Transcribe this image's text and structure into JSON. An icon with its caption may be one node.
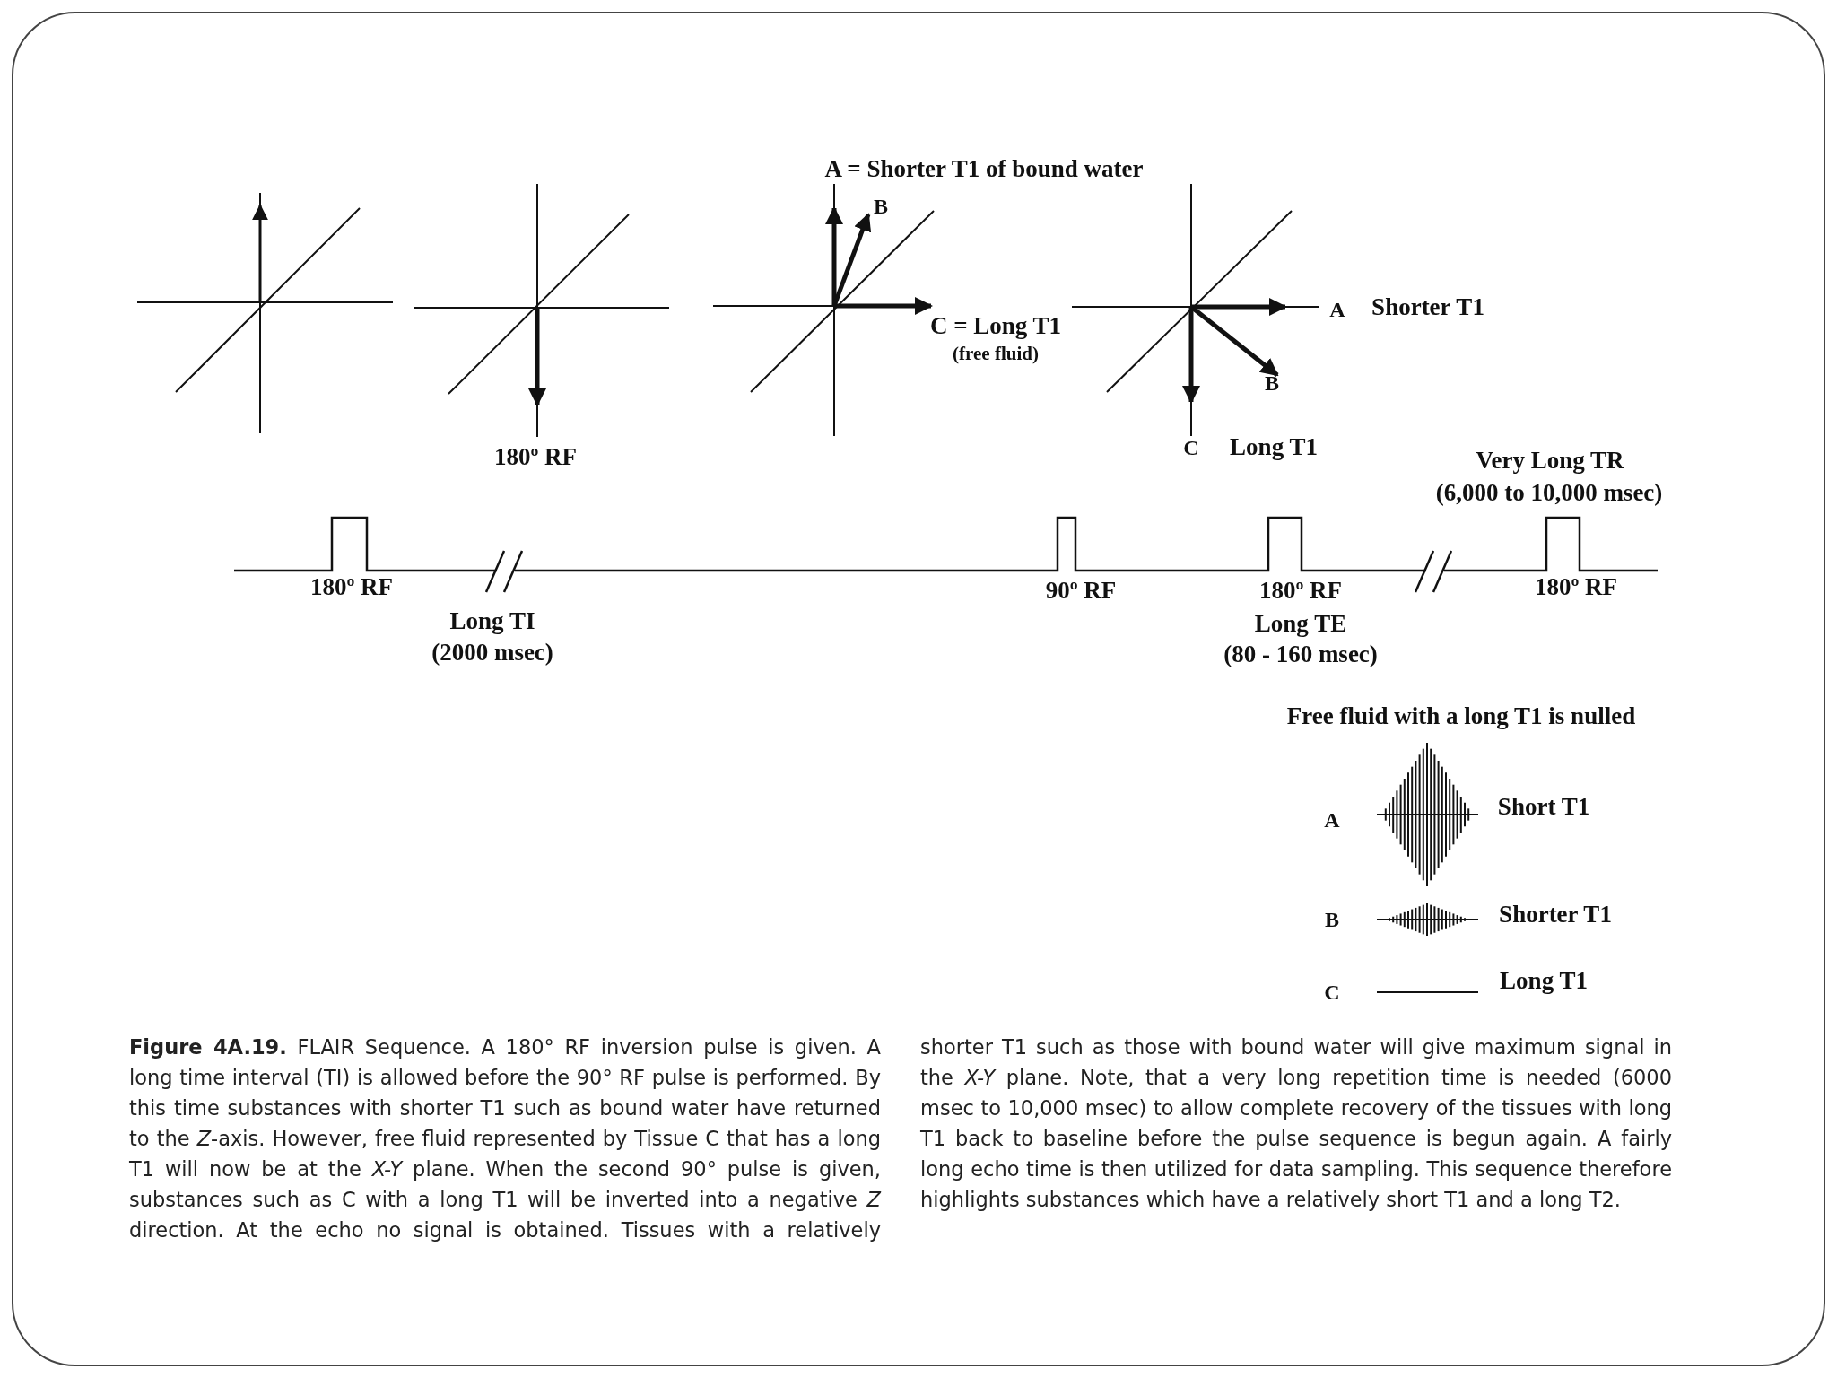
{
  "diagram": {
    "caption": "**Figure 4A.19.** FLAIR Sequence. A 180° RF inversion pulse is given. A long time interval (TI) is allowed before the 90° RF pulse is performed. By this time substances with shorter T1 such as bound water have returned to the *Z*-axis. However, free fluid represented by Tissue C that has a long T1 will now be at the *X-Y* plane. When the second 90° pulse is given, substances such as C with a long T1 will be inverted into a negative *Z* direction. At the echo no signal is obtained. Tissues with a relatively shorter T1 such as those with bound water will give maximum signal in the *X-Y* plane. Note, that a very long repetition time is needed (6000 msec to 10,000 msec) to allow complete recovery of the tissues with long T1 back to baseline before the pulse sequence is begun again. A fairly long echo time is then utilized for data sampling. This sequence therefore highlights substances which have a relatively short T1 and a long T2.",
    "labels": [
      "A = Shorter T1 of bound water",
      "B",
      "C = Long T1",
      "(free fluid)",
      "A",
      "Shorter T1",
      "B",
      "180º RF",
      "C",
      "Long T1",
      "Very Long TR",
      "(6,000 to 10,000 msec)",
      "180º RF",
      "Long TI",
      "(2000 msec)",
      "90º RF",
      "180º RF",
      "Long TE",
      "(80 - 160 msec)",
      "180º RF",
      "Free fluid with a long T1 is nulled",
      "A",
      "Short T1",
      "B",
      "Shorter T1",
      "C",
      "Long T1"
    ]
  }
}
